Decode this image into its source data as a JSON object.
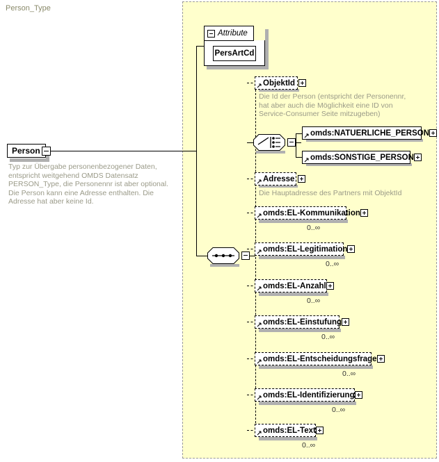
{
  "diagram": {
    "title": "Person_Type",
    "root": {
      "name": "Person",
      "description": "Typ zur Übergabe personenbezogener Daten, entspricht weitgehend OMDS Datensatz PERSON_Type, die Personennr ist aber optional. Die Person kann eine Adresse enthalten. Die Adresse hat aber keine Id.",
      "collapse_icon": "minus-icon"
    },
    "attribute_group": {
      "label": "Attribute",
      "toggle_icon": "minus-icon",
      "attributes": [
        {
          "name": "PersArtCd"
        }
      ]
    },
    "compositors": {
      "choice": {
        "kind": "choice",
        "icon": "choice-compositor-icon",
        "toggle_icon": "minus-icon"
      },
      "sequence": {
        "kind": "sequence",
        "icon": "sequence-compositor-icon",
        "toggle_icon": "minus-icon"
      }
    },
    "nodes": [
      {
        "id": "objektid",
        "label": "ObjektId",
        "border": "dashed",
        "optional": true,
        "expand_icon": "plus-icon",
        "description": "Die Id der Person (entspricht der Personennr, hat aber auch die Möglichkeit eine ID von Service-Consumer Seite mitzugeben)",
        "multiplicity": "",
        "reference": true
      },
      {
        "id": "natuerliche-person",
        "label": "omds:NATUERLICHE_PERSON",
        "border": "solid",
        "optional": false,
        "expand_icon": "plus-icon",
        "description": "",
        "multiplicity": "",
        "reference": true
      },
      {
        "id": "sonstige-person",
        "label": "omds:SONSTIGE_PERSON",
        "border": "solid",
        "optional": false,
        "expand_icon": "plus-icon",
        "description": "",
        "multiplicity": "",
        "reference": true
      },
      {
        "id": "adresse",
        "label": "Adresse",
        "border": "dashed",
        "optional": true,
        "expand_icon": "plus-icon",
        "description": "Die Hauptadresse des Partners mit ObjektId",
        "multiplicity": "",
        "reference": true
      },
      {
        "id": "el-kommunikation",
        "label": "omds:EL-Kommunikation",
        "border": "dashed",
        "optional": true,
        "expand_icon": "plus-icon",
        "description": "",
        "multiplicity": "0..∞",
        "reference": true
      },
      {
        "id": "el-legitimation",
        "label": "omds:EL-Legitimation",
        "border": "dashed",
        "optional": true,
        "expand_icon": "plus-icon",
        "description": "",
        "multiplicity": "0..∞",
        "reference": true
      },
      {
        "id": "el-anzahl",
        "label": "omds:EL-Anzahl",
        "border": "dashed",
        "optional": true,
        "expand_icon": "plus-icon",
        "description": "",
        "multiplicity": "0..∞",
        "reference": true
      },
      {
        "id": "el-einstufung",
        "label": "omds:EL-Einstufung",
        "border": "dashed",
        "optional": true,
        "expand_icon": "plus-icon",
        "description": "",
        "multiplicity": "0..∞",
        "reference": true
      },
      {
        "id": "el-entscheidungsfrage",
        "label": "omds:EL-Entscheidungsfrage",
        "border": "dashed",
        "optional": true,
        "expand_icon": "plus-icon",
        "description": "",
        "multiplicity": "0..∞",
        "reference": true
      },
      {
        "id": "el-identifizierung",
        "label": "omds:EL-Identifizierung",
        "border": "dashed",
        "optional": true,
        "expand_icon": "plus-icon",
        "description": "",
        "multiplicity": "0..∞",
        "reference": true
      },
      {
        "id": "el-text",
        "label": "omds:EL-Text",
        "border": "dashed",
        "optional": true,
        "expand_icon": "plus-icon",
        "description": "",
        "multiplicity": "0..∞",
        "reference": true
      }
    ],
    "colors": {
      "panel_fill": "#ffffcc",
      "panel_border": "#999999",
      "node_fill": "#ffffff",
      "node_border": "#000000",
      "description_text": "#9a9a88",
      "shadow": "#b0b0b0"
    }
  }
}
